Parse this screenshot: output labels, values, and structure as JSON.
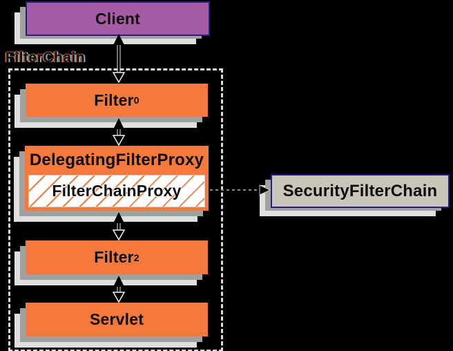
{
  "container": {
    "label": "FilterChain"
  },
  "nodes": {
    "client": {
      "label": "Client"
    },
    "filter0": {
      "label": "Filter",
      "subscript": "0"
    },
    "delegating_filter_proxy": {
      "label": "DelegatingFilterProxy"
    },
    "filter_chain_proxy": {
      "label": "FilterChainProxy"
    },
    "filter2": {
      "label": "Filter",
      "subscript": "2"
    },
    "servlet": {
      "label": "Servlet"
    },
    "security_filter_chain": {
      "label": "SecurityFilterChain"
    }
  },
  "colors": {
    "background": "#000000",
    "box_orange": "#F4793B",
    "client_purple": "#A55CA4",
    "node_border_navy": "#232082",
    "security_chain_fill": "#C9C5B9",
    "shadow_mid": "#A0A0A0",
    "shadow_light": "#DFDFDF",
    "dashed_border": "#DCDCDC"
  }
}
